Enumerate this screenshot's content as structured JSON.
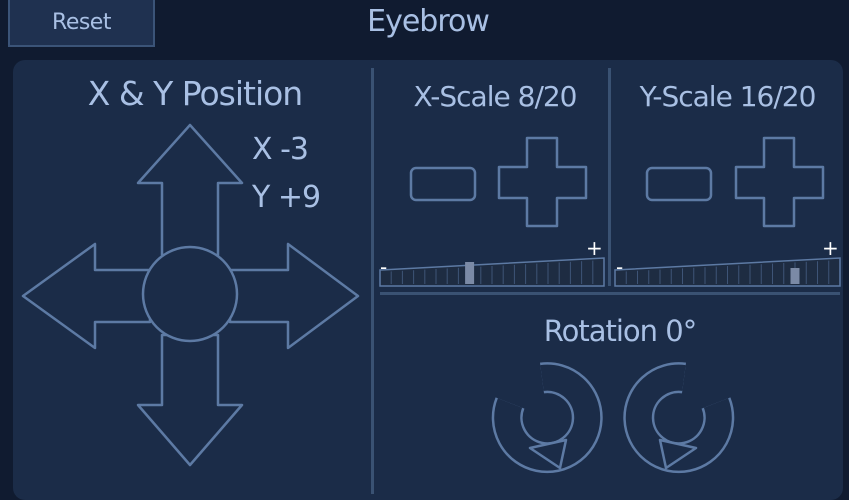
{
  "header": {
    "reset_label": "Reset",
    "title": "Eyebrow"
  },
  "position": {
    "title": "X & Y Position",
    "x_text": "X -3",
    "y_text": "Y +9"
  },
  "x_scale": {
    "title": "X-Scale 8/20",
    "value": 8,
    "max": 20,
    "minus_label": "-",
    "plus_label": "+"
  },
  "y_scale": {
    "title": "Y-Scale 16/20",
    "value": 16,
    "max": 20,
    "minus_label": "-",
    "plus_label": "+"
  },
  "rotation": {
    "title": "Rotation 0°"
  },
  "colors": {
    "background": "#101b30",
    "panel": "#1b2c48",
    "accent": "#a9c0e4",
    "outline": "#5d7aa4",
    "marker": "#7b8aa6"
  }
}
